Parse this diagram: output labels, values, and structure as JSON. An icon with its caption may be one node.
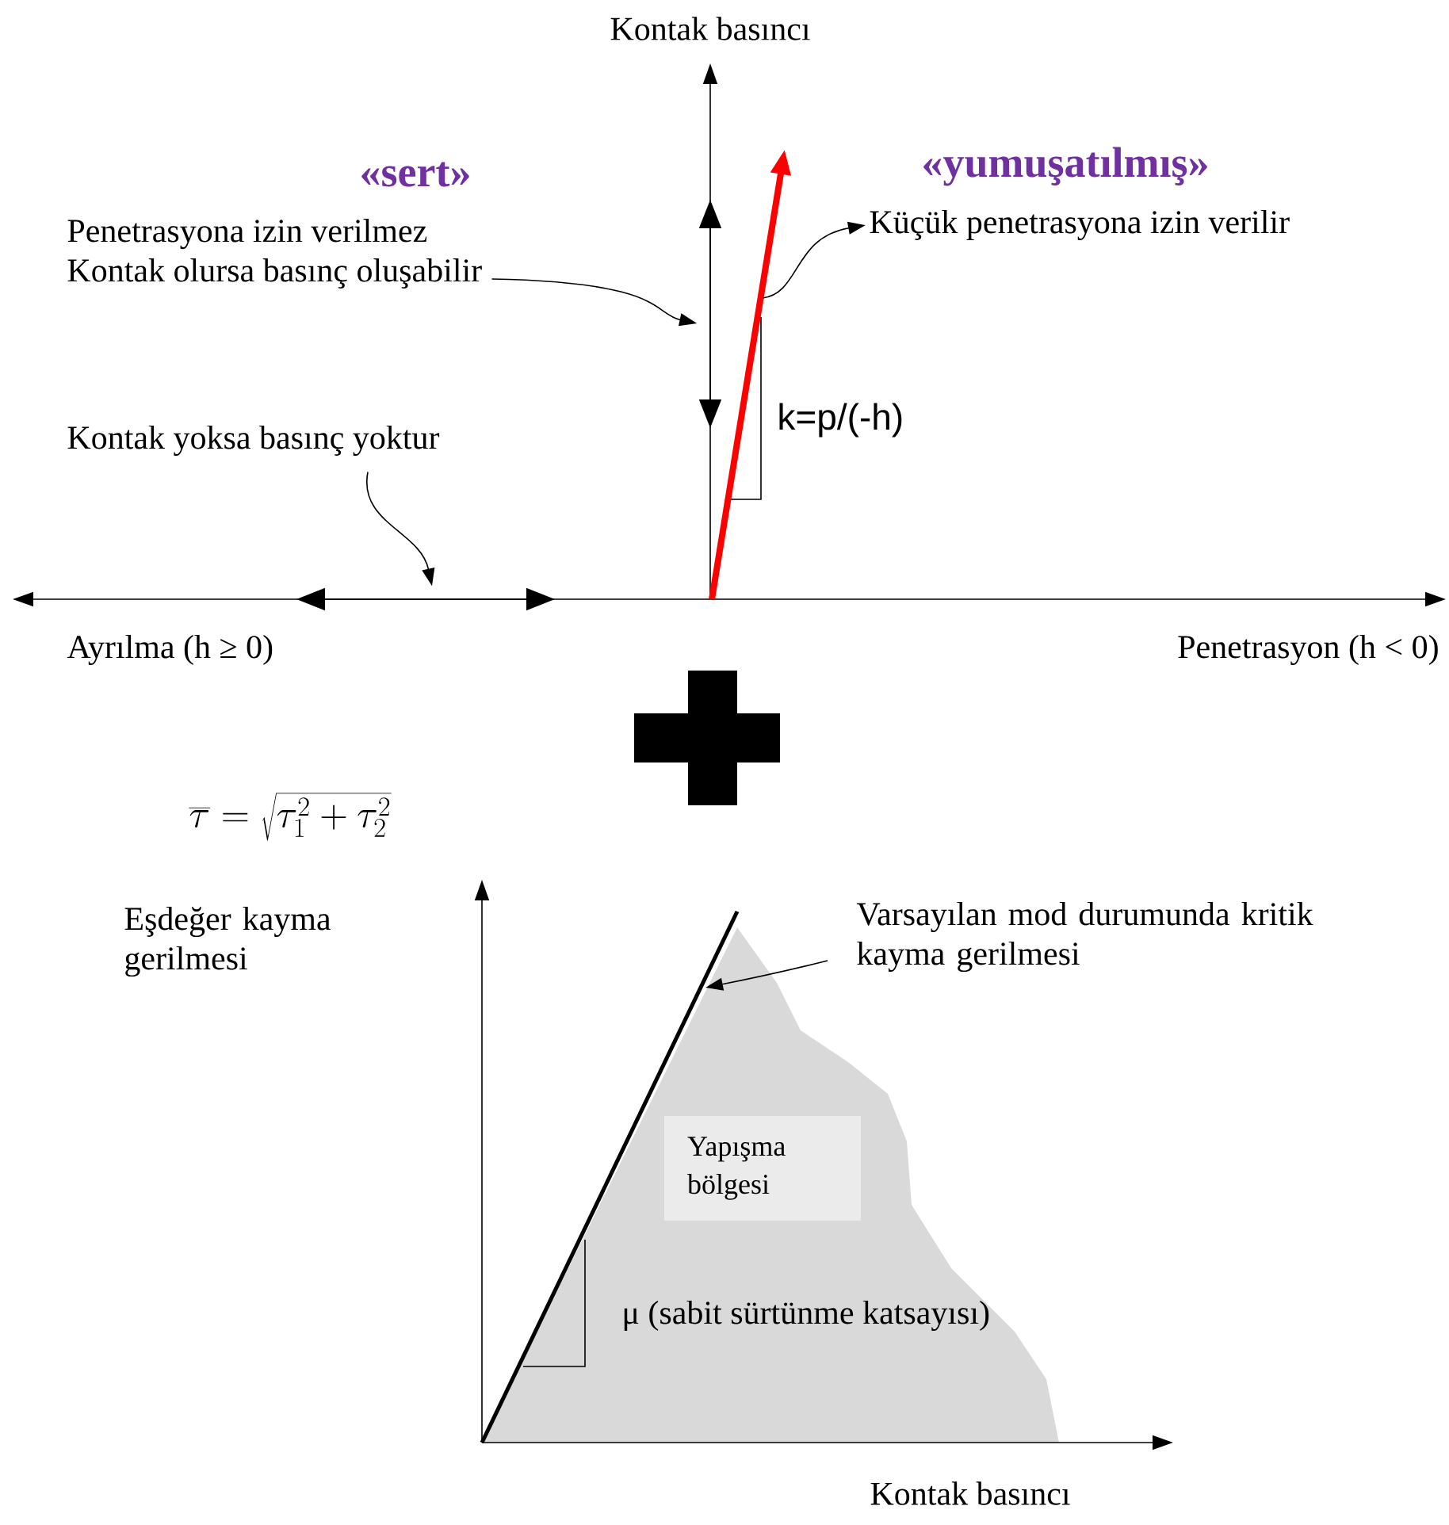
{
  "diagram": {
    "nodes": [
      {
        "text": [
          "Penetrasyona izin verilmez",
          "Kontak olursa basınç oluşabilir"
        ]
      },
      {
        "text": [
          "Küçük penetrasyona izin verilir"
        ]
      },
      {
        "text": [
          "Kontak yoksa basınç yoktur"
        ]
      },
      {
        "text": [
          "Varsayılan mod durumunda kritik kayma gerilmesi"
        ]
      },
      {
        "text": [
          "Yapışma bölgesi"
        ]
      },
      {
        "text": [],
        "shape": "arrow"
      },
      {
        "text": [],
        "shape": "arrow"
      },
      {
        "text": [],
        "shape": "arrow"
      }
    ],
    "edges": [
      {
        "from": 0,
        "to": 5,
        "arrow": "to"
      },
      {
        "from": 7,
        "to": 1,
        "arrow": "to"
      },
      {
        "from": 2,
        "to": 6,
        "arrow": "to"
      },
      {
        "from": 3,
        "to": null,
        "arrow": "to"
      }
    ],
    "labels": [
      "Kontak basıncı",
      "«sert»",
      "«yumuşatılmış»",
      "k=p/(-h)",
      "Ayrılma (h ≥ 0)",
      "Penetrasyon (h < 0)",
      "\\overline{\\tau} = \\sqrt{\\tau_1^2 + \\tau_2^2}",
      "Eşdeğer kayma gerilmesi",
      "μ (sabit sürtünme katsayısı)",
      "Kontak basıncı"
    ]
  }
}
